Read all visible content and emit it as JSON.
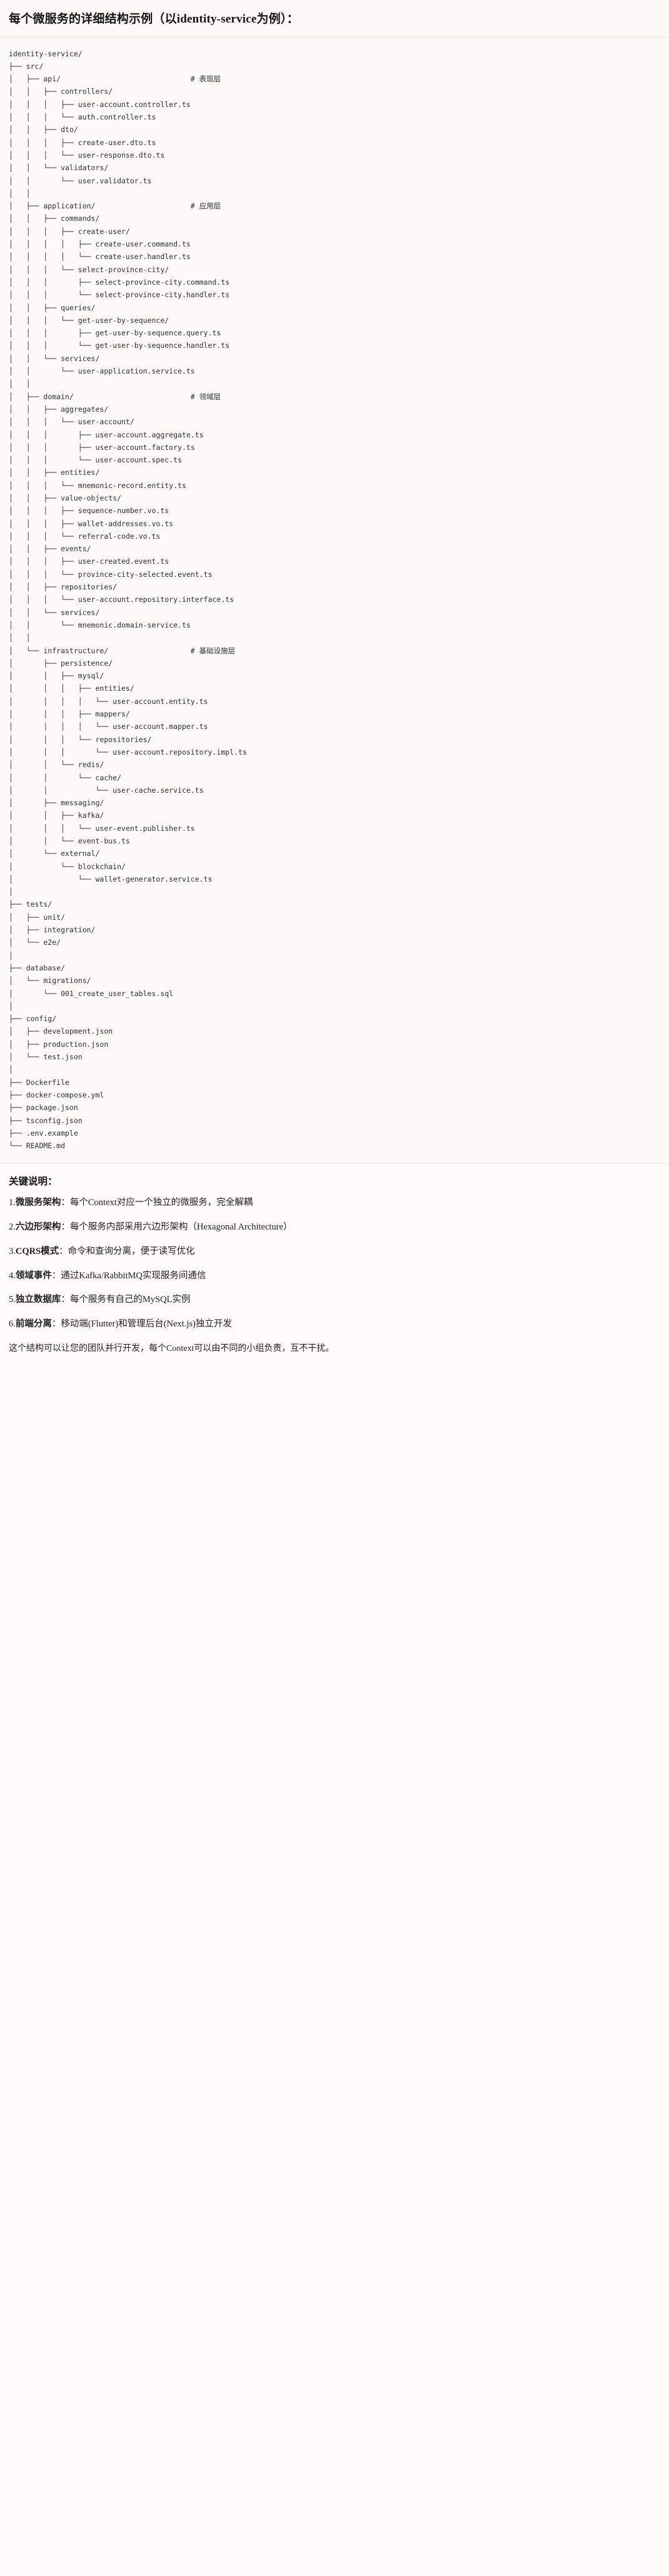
{
  "header": {
    "title": "每个微服务的详细结构示例（以identity-service为例）："
  },
  "tree": {
    "root": "identity-service/",
    "text": "identity-service/\n├── src/\n│   ├── api/                              # 表现层\n│   │   ├── controllers/\n│   │   │   ├── user-account.controller.ts\n│   │   │   └── auth.controller.ts\n│   │   ├── dto/\n│   │   │   ├── create-user.dto.ts\n│   │   │   └── user-response.dto.ts\n│   │   └── validators/\n│   │       └── user.validator.ts\n│   │\n│   ├── application/                      # 应用层\n│   │   ├── commands/\n│   │   │   ├── create-user/\n│   │   │   │   ├── create-user.command.ts\n│   │   │   │   └── create-user.handler.ts\n│   │   │   └── select-province-city/\n│   │   │       ├── select-province-city.command.ts\n│   │   │       └── select-province-city.handler.ts\n│   │   ├── queries/\n│   │   │   └── get-user-by-sequence/\n│   │   │       ├── get-user-by-sequence.query.ts\n│   │   │       └── get-user-by-sequence.handler.ts\n│   │   └── services/\n│   │       └── user-application.service.ts\n│   │\n│   ├── domain/                           # 领域层\n│   │   ├── aggregates/\n│   │   │   └── user-account/\n│   │   │       ├── user-account.aggregate.ts\n│   │   │       ├── user-account.factory.ts\n│   │   │       └── user-account.spec.ts\n│   │   ├── entities/\n│   │   │   └── mnemonic-record.entity.ts\n│   │   ├── value-objects/\n│   │   │   ├── sequence-number.vo.ts\n│   │   │   ├── wallet-addresses.vo.ts\n│   │   │   └── referral-code.vo.ts\n│   │   ├── events/\n│   │   │   ├── user-created.event.ts\n│   │   │   └── province-city-selected.event.ts\n│   │   ├── repositories/\n│   │   │   └── user-account.repository.interface.ts\n│   │   └── services/\n│   │       └── mnemonic.domain-service.ts\n│   │\n│   └── infrastructure/                   # 基础设施层\n│       ├── persistence/\n│       │   ├── mysql/\n│       │   │   ├── entities/\n│       │   │   │   └── user-account.entity.ts\n│       │   │   ├── mappers/\n│       │   │   │   └── user-account.mapper.ts\n│       │   │   └── repositories/\n│       │   │       └── user-account.repository.impl.ts\n│       │   └── redis/\n│       │       └── cache/\n│       │           └── user-cache.service.ts\n│       ├── messaging/\n│       │   ├── kafka/\n│       │   │   └── user-event.publisher.ts\n│       │   └── event-bus.ts\n│       └── external/\n│           └── blockchain/\n│               └── wallet-generator.service.ts\n│\n├── tests/\n│   ├── unit/\n│   ├── integration/\n│   └── e2e/\n│\n├── database/\n│   └── migrations/\n│       └── 001_create_user_tables.sql\n│\n├── config/\n│   ├── development.json\n│   ├── production.json\n│   └── test.json\n│\n├── Dockerfile\n├── docker-compose.yml\n├── package.json\n├── tsconfig.json\n├── .env.example\n└── README.md",
    "layer_comments": [
      {
        "path": "src/api/",
        "comment": "# 表现层"
      },
      {
        "path": "src/application/",
        "comment": "# 应用层"
      },
      {
        "path": "src/domain/",
        "comment": "# 领域层"
      },
      {
        "path": "src/infrastructure/",
        "comment": "# 基础设施层"
      }
    ]
  },
  "notes": {
    "title": "关键说明：",
    "items": [
      {
        "index": "1.",
        "lead": "微服务架构",
        "sep": "：",
        "body": "每个Context对应一个独立的微服务，完全解耦"
      },
      {
        "index": "2.",
        "lead": "六边形架构",
        "sep": "：",
        "body": "每个服务内部采用六边形架构（Hexagonal Architecture）"
      },
      {
        "index": "3.",
        "lead": "CQRS模式",
        "sep": "：",
        "body": "命令和查询分离，便于读写优化"
      },
      {
        "index": "4.",
        "lead": "领域事件",
        "sep": "：",
        "body": "通过Kafka/RabbitMQ实现服务间通信"
      },
      {
        "index": "5.",
        "lead": "独立数据库",
        "sep": "：",
        "body": "每个服务有自己的MySQL实例"
      },
      {
        "index": "6.",
        "lead": "前端分离",
        "sep": "：",
        "body": "移动端(Flutter)和管理后台(Next.js)独立开发"
      }
    ],
    "closing": "这个结构可以让您的团队并行开发，每个Context可以由不同的小组负责，互不干扰。"
  }
}
